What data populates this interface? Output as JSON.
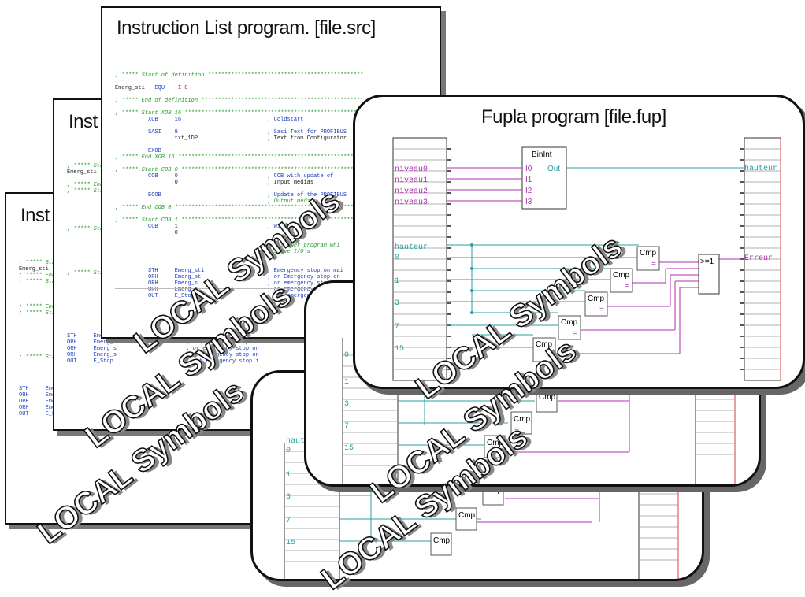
{
  "il_cards": [
    {
      "title": "Instruction List program. [file.src]"
    },
    {
      "title": "Inst"
    },
    {
      "title": "Inst"
    }
  ],
  "fupla_cards": [
    {
      "title": "Fupla program [file.fup]"
    }
  ],
  "watermark": "LOCAL Symbols",
  "il_code": {
    "start_def": "; ***** Start of definition ***********************************************",
    "sym_name": "Emerg_sti",
    "sym_op": "EQU",
    "sym_val": "I 0",
    "end_def": "; ***** End of definition *************************************************",
    "start_xob": "; ***** Start XOB 16 *******************************************************",
    "xob_line": "XOB     16                          ; Coldstart",
    "sasi_line": "SASI    9                           ; Sasi Text for PROFIBUS",
    "txt_line": "        txt_1DP                     ; Text from Configurator",
    "exob": "EXOB",
    "end_xob": "; ***** End XOB 16 *********************************************************",
    "start_cob0": "; ***** Start COB 0 ********************************************************",
    "cob0": "COB     0                           ; COB with update of",
    "cob0b": "        0                           ; Input medias",
    "ecob": "ECOB                                ; Update of the PROFIBUS",
    "ecob2": "                                    ; Output medias",
    "end_cob0": "; ***** End COB 0 **********************************************************",
    "start_cob1": "; ***** Start COB 1 ********************************************************",
    "cob1": "COB     1                           ; with the be",
    "cob1b": "        0",
    "cust": "                                    ; Customer program whi",
    "slave": "                                    ; Slave I/O's",
    "sth": "STH     Emerg_sti                   ; Emergency stop on mai",
    "orh1": "ORH     Emerg_st                    ; or Emergency stop on",
    "orh2": "ORH     Emerg_s                     ; or emergency stop on",
    "orh3": "ORH     Emerg_s                     ; or emergency stop on",
    "out": "OUT     E_Stop                      ; set emergency stop i"
  },
  "fupla": {
    "inputs": [
      "niveau0",
      "niveau1",
      "niveau2",
      "niveau3"
    ],
    "binint": {
      "title": "BinInt",
      "pins": [
        "I0",
        "I1",
        "I2",
        "I3"
      ],
      "out": "Out"
    },
    "hauteur": "hauteur",
    "constants": [
      "0",
      "1",
      "3",
      "7",
      "15"
    ],
    "cmp": "Cmp",
    "eq": "=",
    "or_block": ">=1",
    "outputs": [
      "hauteur",
      "Erreur"
    ]
  },
  "colors": {
    "magenta": "#b030b0",
    "teal": "#2aa0a0",
    "comment_green": "#2a9a2a",
    "keyword_blue": "#2040c0"
  }
}
